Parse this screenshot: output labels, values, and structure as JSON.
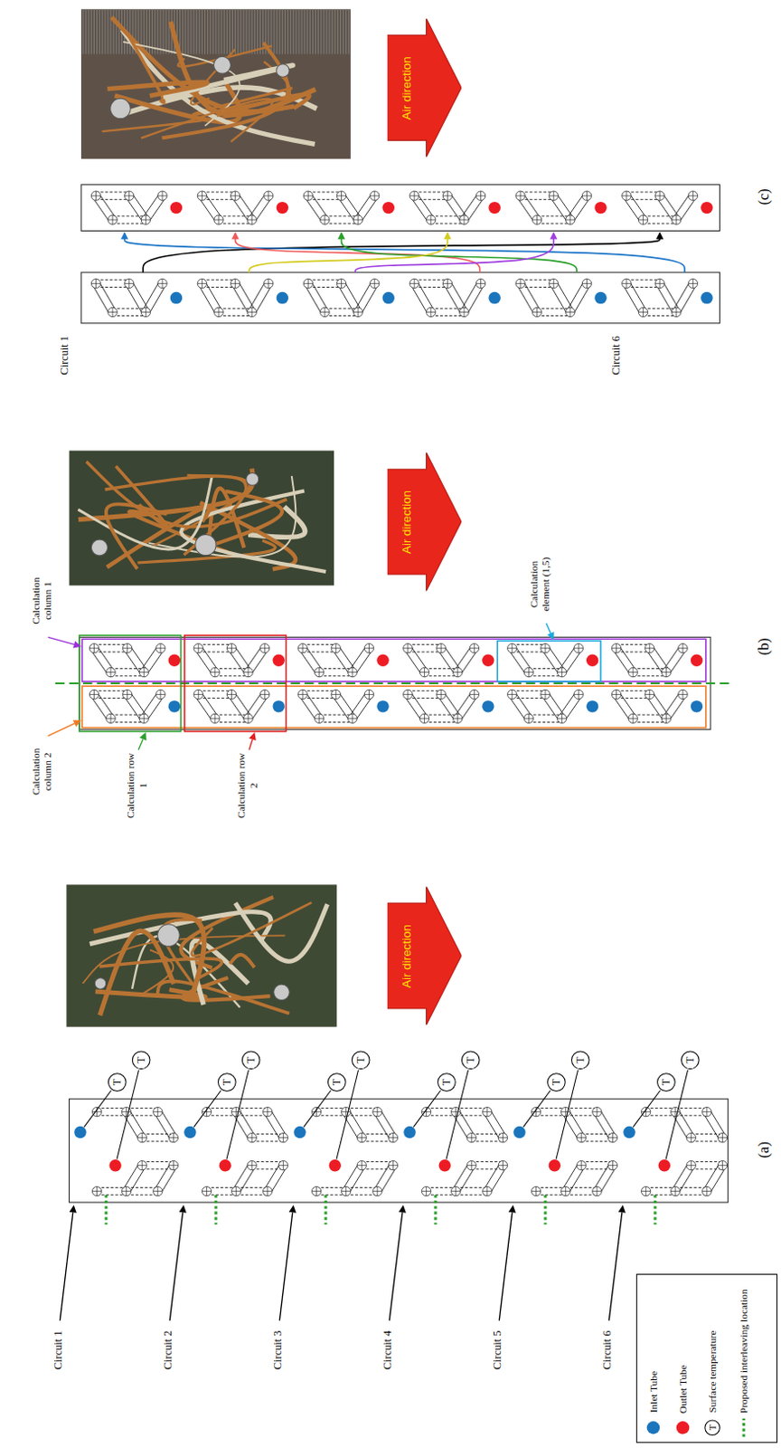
{
  "diagram": {
    "nodes": [
      {
        "text": [
          "T"
        ]
      },
      {
        "text": [
          "T"
        ]
      },
      {
        "text": [
          "T"
        ]
      },
      {
        "text": [
          "T"
        ]
      },
      {
        "text": [
          "T"
        ]
      },
      {
        "text": [
          "T"
        ]
      },
      {
        "text": [
          "T"
        ]
      },
      {
        "text": [
          "T"
        ]
      },
      {
        "text": [
          "T"
        ]
      },
      {
        "text": [
          "T"
        ]
      },
      {
        "text": [
          "T"
        ]
      },
      {
        "text": [
          "T"
        ]
      },
      {
        "text": [
          "Air direction"
        ]
      },
      {
        "text": [
          "Air direction"
        ]
      },
      {
        "text": [
          "Air direction"
        ]
      }
    ],
    "labels": [
      "(a)",
      "(b)",
      "(c)",
      "Circuit 1",
      "Circuit 2",
      "Circuit 3",
      "Circuit 4",
      "Circuit 5",
      "Circuit 6",
      "Calculation column 1",
      "Calculation column 2",
      "Calculation row 1",
      "Calculation row 2",
      "Calculation element (1,5)",
      "Circuit 1",
      "Circuit 6",
      "T"
    ],
    "legend": [
      {
        "text": "Inlet Tube",
        "color": "#1b75bc"
      },
      {
        "text": "Outlet Tube",
        "color": "#ed1c24"
      },
      {
        "text": "Surface temperature"
      },
      {
        "text": "Proposed interleaving location"
      }
    ]
  }
}
